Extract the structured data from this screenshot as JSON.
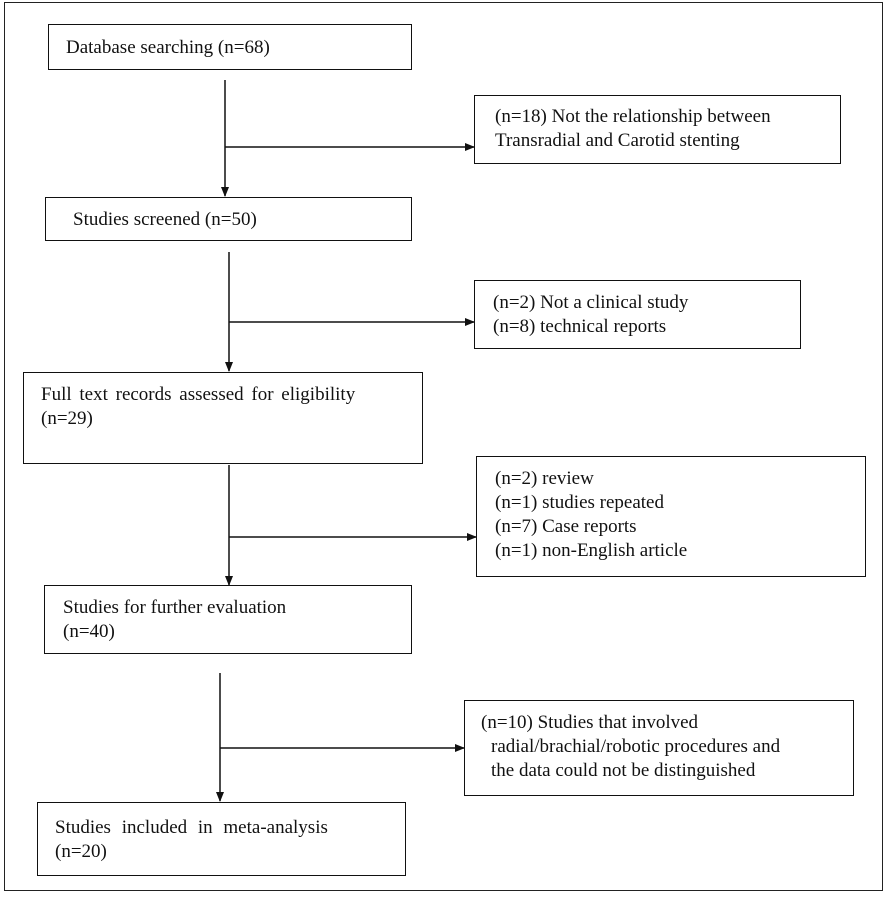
{
  "flow": {
    "main": [
      {
        "id": "database",
        "lines": [
          "Database searching (n=68)"
        ]
      },
      {
        "id": "screened",
        "lines": [
          "Studies screened (n=50)"
        ]
      },
      {
        "id": "fulltext",
        "lines": [
          "Full text records assessed for eligibility",
          "(n=29)"
        ]
      },
      {
        "id": "further",
        "lines": [
          "Studies for further evaluation",
          "(n=40)"
        ]
      },
      {
        "id": "included",
        "lines": [
          "Studies included in meta-analysis",
          "(n=20)"
        ]
      }
    ],
    "excluded": [
      {
        "id": "excl-1",
        "lines": [
          "(n=18) Not the relationship between",
          "Transradial and Carotid stenting"
        ]
      },
      {
        "id": "excl-2",
        "lines": [
          "(n=2) Not a clinical study",
          "(n=8) technical reports"
        ]
      },
      {
        "id": "excl-3",
        "lines": [
          "(n=2) review",
          "(n=1) studies repeated",
          "(n=7) Case reports",
          "(n=1) non-English article"
        ]
      },
      {
        "id": "excl-4",
        "lines": [
          "(n=10) Studies that involved",
          "radial/brachial/robotic procedures and",
          "the data could not be distinguished"
        ]
      }
    ]
  }
}
